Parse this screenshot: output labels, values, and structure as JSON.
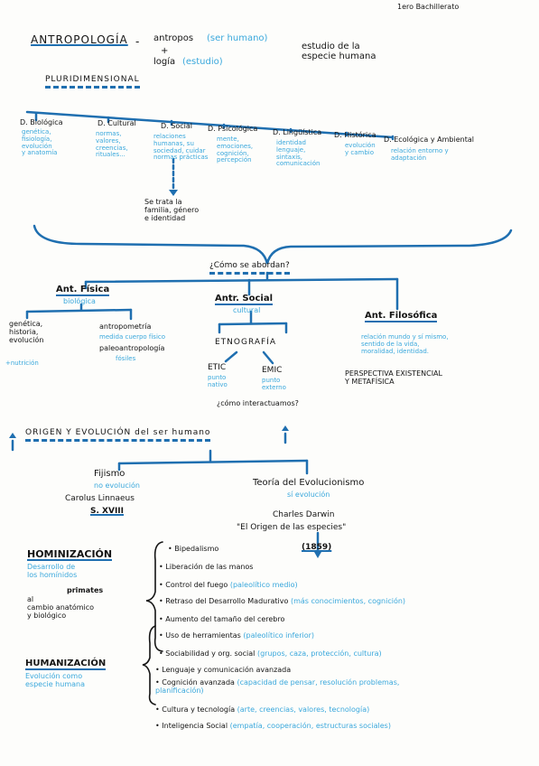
{
  "header": "1ero Bachillerato",
  "title": "ANTROPOLOGÍA",
  "etym": {
    "a": "antropos",
    "a_gloss": "(ser humano)",
    "plus": "+",
    "b": "logía",
    "b_gloss": "(estudio)",
    "def": "estudio de la\nespecie humana"
  },
  "pluri": "PLURIDIMENSIONAL",
  "dims": [
    {
      "name": "D. Biológica",
      "desc": "genética,\nfisiología,\nevolución\ny anatomía"
    },
    {
      "name": "D. Cultural",
      "desc": "normas,\nvalores,\ncreencias,\nrituales..."
    },
    {
      "name": "D. Social",
      "desc": "relaciones\nhumanas, su\nsociedad, cuidar\nnormas prácticas"
    },
    {
      "name": "D. Psicológica",
      "desc": "mente,\nemociones,\ncognición,\npercepción"
    },
    {
      "name": "D. Lingüística",
      "desc": "identidad\nlenguaje,\nsintaxis,\ncomunicación"
    },
    {
      "name": "D. Histórica",
      "desc": "evolución\ny cambio"
    },
    {
      "name": "D. Ecológica y Ambiental",
      "desc": "relación entorno y\nadaptación"
    }
  ],
  "social_note": "Se trata la\nfamilia, género\ne identidad",
  "como": "¿Cómo se abordan?",
  "fisica": {
    "title": "Ant. Física",
    "sub": "biológica",
    "a": "genética,\nhistoria,\nevolución",
    "a_extra": "+nutrición",
    "b": "antropometría",
    "b_extra": "medida cuerpo físico",
    "c": "paleoantropología",
    "c_extra": "fósiles"
  },
  "social": {
    "title": "Antr. Social",
    "sub": "cultural",
    "etno": "ETNOGRAFÍA",
    "etic": "ETIC",
    "etic_sub": "punto\nnativo",
    "emic": "EMIC",
    "emic_sub": "punto\nexterno",
    "q": "¿cómo interactuamos?"
  },
  "filo": {
    "title": "Ant. Filosófica",
    "a": "relación mundo y sí mismo,\nsentido de la vida,\nmoralidad, identidad.",
    "b": "PERSPECTIVA EXISTENCIAL\nY METAFÍSICA"
  },
  "origen": "ORIGEN Y EVOLUCIÓN del ser humano",
  "fijismo": {
    "t": "Fijismo",
    "s": "no evolución",
    "who": "Carolus Linnaeus",
    "when": "S. XVIII"
  },
  "evol": {
    "t": "Teoría del Evolucionismo",
    "s": "sí evolución",
    "who": "Charles Darwin",
    "book": "\"El Origen de las especies\"",
    "year": "(1859)"
  },
  "homin": {
    "title": "HOMINIZACIÓN",
    "desc": "Desarrollo de\nlos homínidos",
    "desc2": "primates",
    "desc3": "al\ncambio anatómico\ny biológico",
    "items": [
      [
        "Bipedalismo",
        ""
      ],
      [
        "Liberación de las manos",
        ""
      ],
      [
        "Control del fuego",
        "(paleolítico medio)"
      ],
      [
        "Retraso del Desarrollo Madurativo",
        "(más conocimientos, cognición)"
      ],
      [
        "Aumento del tamaño del cerebro",
        ""
      ],
      [
        "Uso de herramientas",
        "(paleolítico inferior)"
      ],
      [
        "Sociabilidad y org. social",
        "(grupos, caza, protección, cultura)"
      ]
    ]
  },
  "human": {
    "title": "HUMANIZACIÓN",
    "desc": "Evolución como\nespecie humana",
    "items": [
      [
        "Lenguaje y comunicación avanzada",
        ""
      ],
      [
        "Cognición avanzada",
        "(capacidad de pensar, resolución problemas,\nplanificación)"
      ],
      [
        "Cultura y tecnología",
        "(arte, creencias, valores, tecnología)"
      ],
      [
        "Inteligencia Social",
        "(empatía, cooperación, estructuras sociales)"
      ]
    ]
  }
}
